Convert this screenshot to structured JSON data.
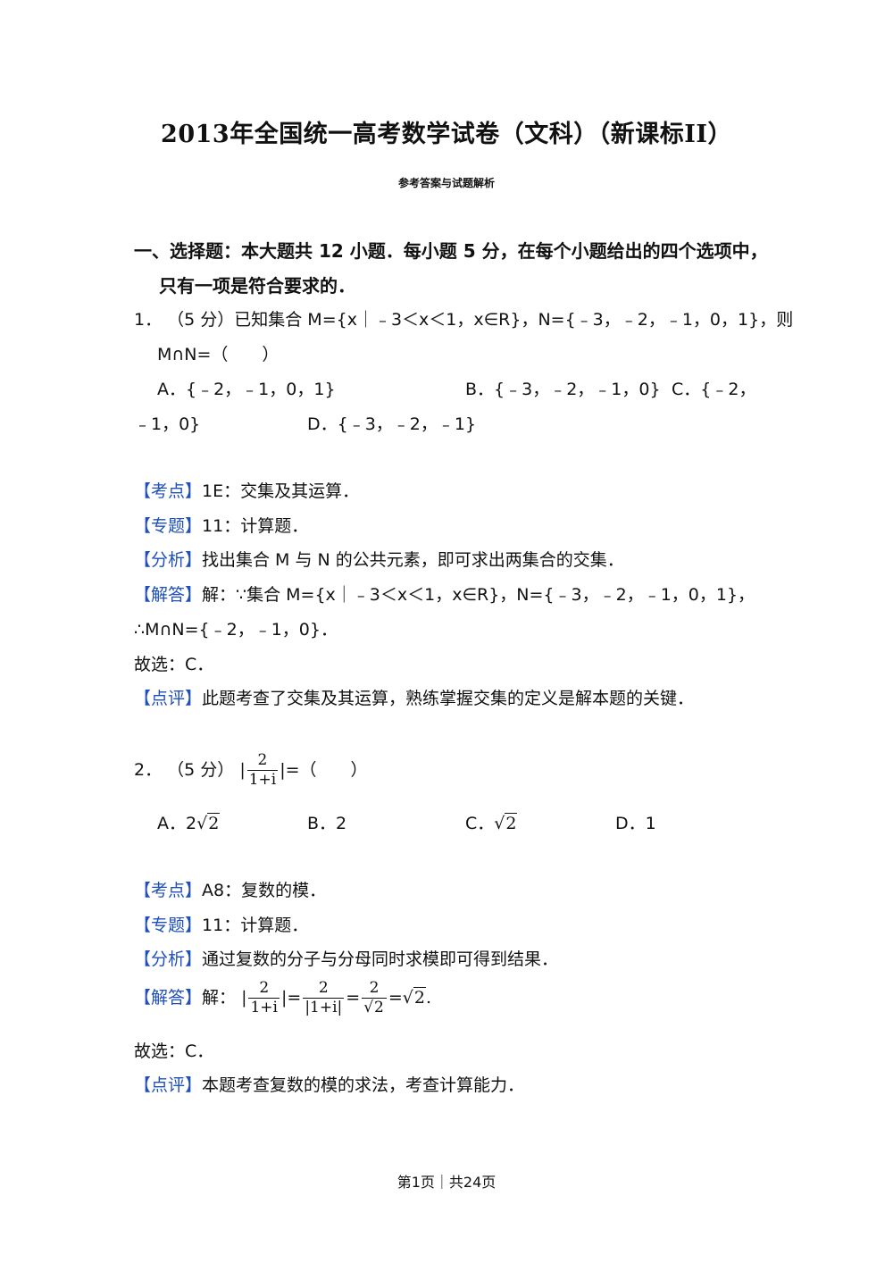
{
  "header": {
    "title": "2013年全国统一高考数学试卷（文科）（新课标II）",
    "subtitle": "参考答案与试题解析"
  },
  "section1": {
    "line1": "一、选择题：本大题共 12 小题．每小题 5 分，在每个小题给出的四个选项中，",
    "line2": "只有一项是符合要求的．"
  },
  "q1": {
    "stem_line1": "1．  （5 分）已知集合 M={x｜﹣3＜x＜1，x∈R}，N={﹣3，﹣2，﹣1，0，1}，则",
    "stem_line2": "M∩N=（　　）",
    "option_a": "A．{﹣2，﹣1，0，1}",
    "option_b": "B．{﹣3，﹣2，﹣1，0}",
    "option_c_part1": "C．{﹣2，",
    "option_c_part2": "﹣1，0}",
    "option_d": "D．{﹣3，﹣2，﹣1}",
    "kaodian_tag": "【考点】",
    "kaodian_text": "1E：交集及其运算．",
    "zhuanti_tag": "【专题】",
    "zhuanti_text": "11：计算题．",
    "fenxi_tag": "【分析】",
    "fenxi_text": "找出集合 M 与 N 的公共元素，即可求出两集合的交集．",
    "jieda_tag": "【解答】",
    "jieda_text": "解：∵集合 M={x｜﹣3＜x＜1，x∈R}，N={﹣3，﹣2，﹣1，0，1}，",
    "jieda_line2": "∴M∩N={﹣2，﹣1，0}．",
    "answer": "故选：C．",
    "dianping_tag": "【点评】",
    "dianping_text": "此题考查了交集及其运算，熟练掌握交集的定义是解本题的关键．"
  },
  "q2": {
    "stem_prefix": "2．  （5 分）",
    "stem_bar_left": "|",
    "frac_num": "2",
    "frac_den": "1+i",
    "stem_suffix": "|=（　　）",
    "option_a_label": "A．2",
    "option_a_rad": "2",
    "option_b": "B．2",
    "option_c_label": "C．",
    "option_c_rad": "2",
    "option_d": "D．1",
    "kaodian_tag": "【考点】",
    "kaodian_text": "A8：复数的模．",
    "zhuanti_tag": "【专题】",
    "zhuanti_text": "11：计算题．",
    "fenxi_tag": "【分析】",
    "fenxi_text": "通过复数的分子与分母同时求模即可得到结果．",
    "jieda_tag": "【解答】",
    "jieda_prefix": "解：",
    "sol_frac1_num": "2",
    "sol_frac1_den": "1+i",
    "sol_frac2_num": "2",
    "sol_frac2_den": "|1+i|",
    "sol_frac3_num": "2",
    "sol_frac3_den_rad": "2",
    "sol_result_rad": "2",
    "answer": "故选：C．",
    "dianping_tag": "【点评】",
    "dianping_text": "本题考查复数的模的求法，考查计算能力．"
  },
  "footer": {
    "page": "第1页｜共24页"
  }
}
